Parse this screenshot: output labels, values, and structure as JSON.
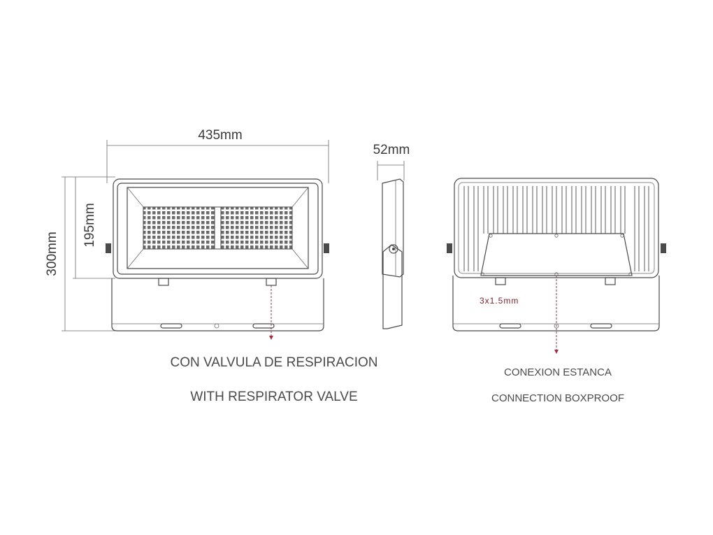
{
  "dimensions": {
    "width": "435mm",
    "depth": "52mm",
    "height_total": "300mm",
    "height_body": "195mm"
  },
  "front_callout": {
    "line1": "CON VALVULA DE RESPIRACION",
    "line2": "WITH RESPIRATOR VALVE"
  },
  "back_callout": {
    "line1": "CONEXION ESTANCA",
    "line2": "CONNECTION BOXPROOF"
  },
  "cable_spec": "3x1.5mm",
  "colors": {
    "line": "#4a4a4a",
    "callout_arrow": "#a03040",
    "spec_text": "#7a1f2a"
  }
}
